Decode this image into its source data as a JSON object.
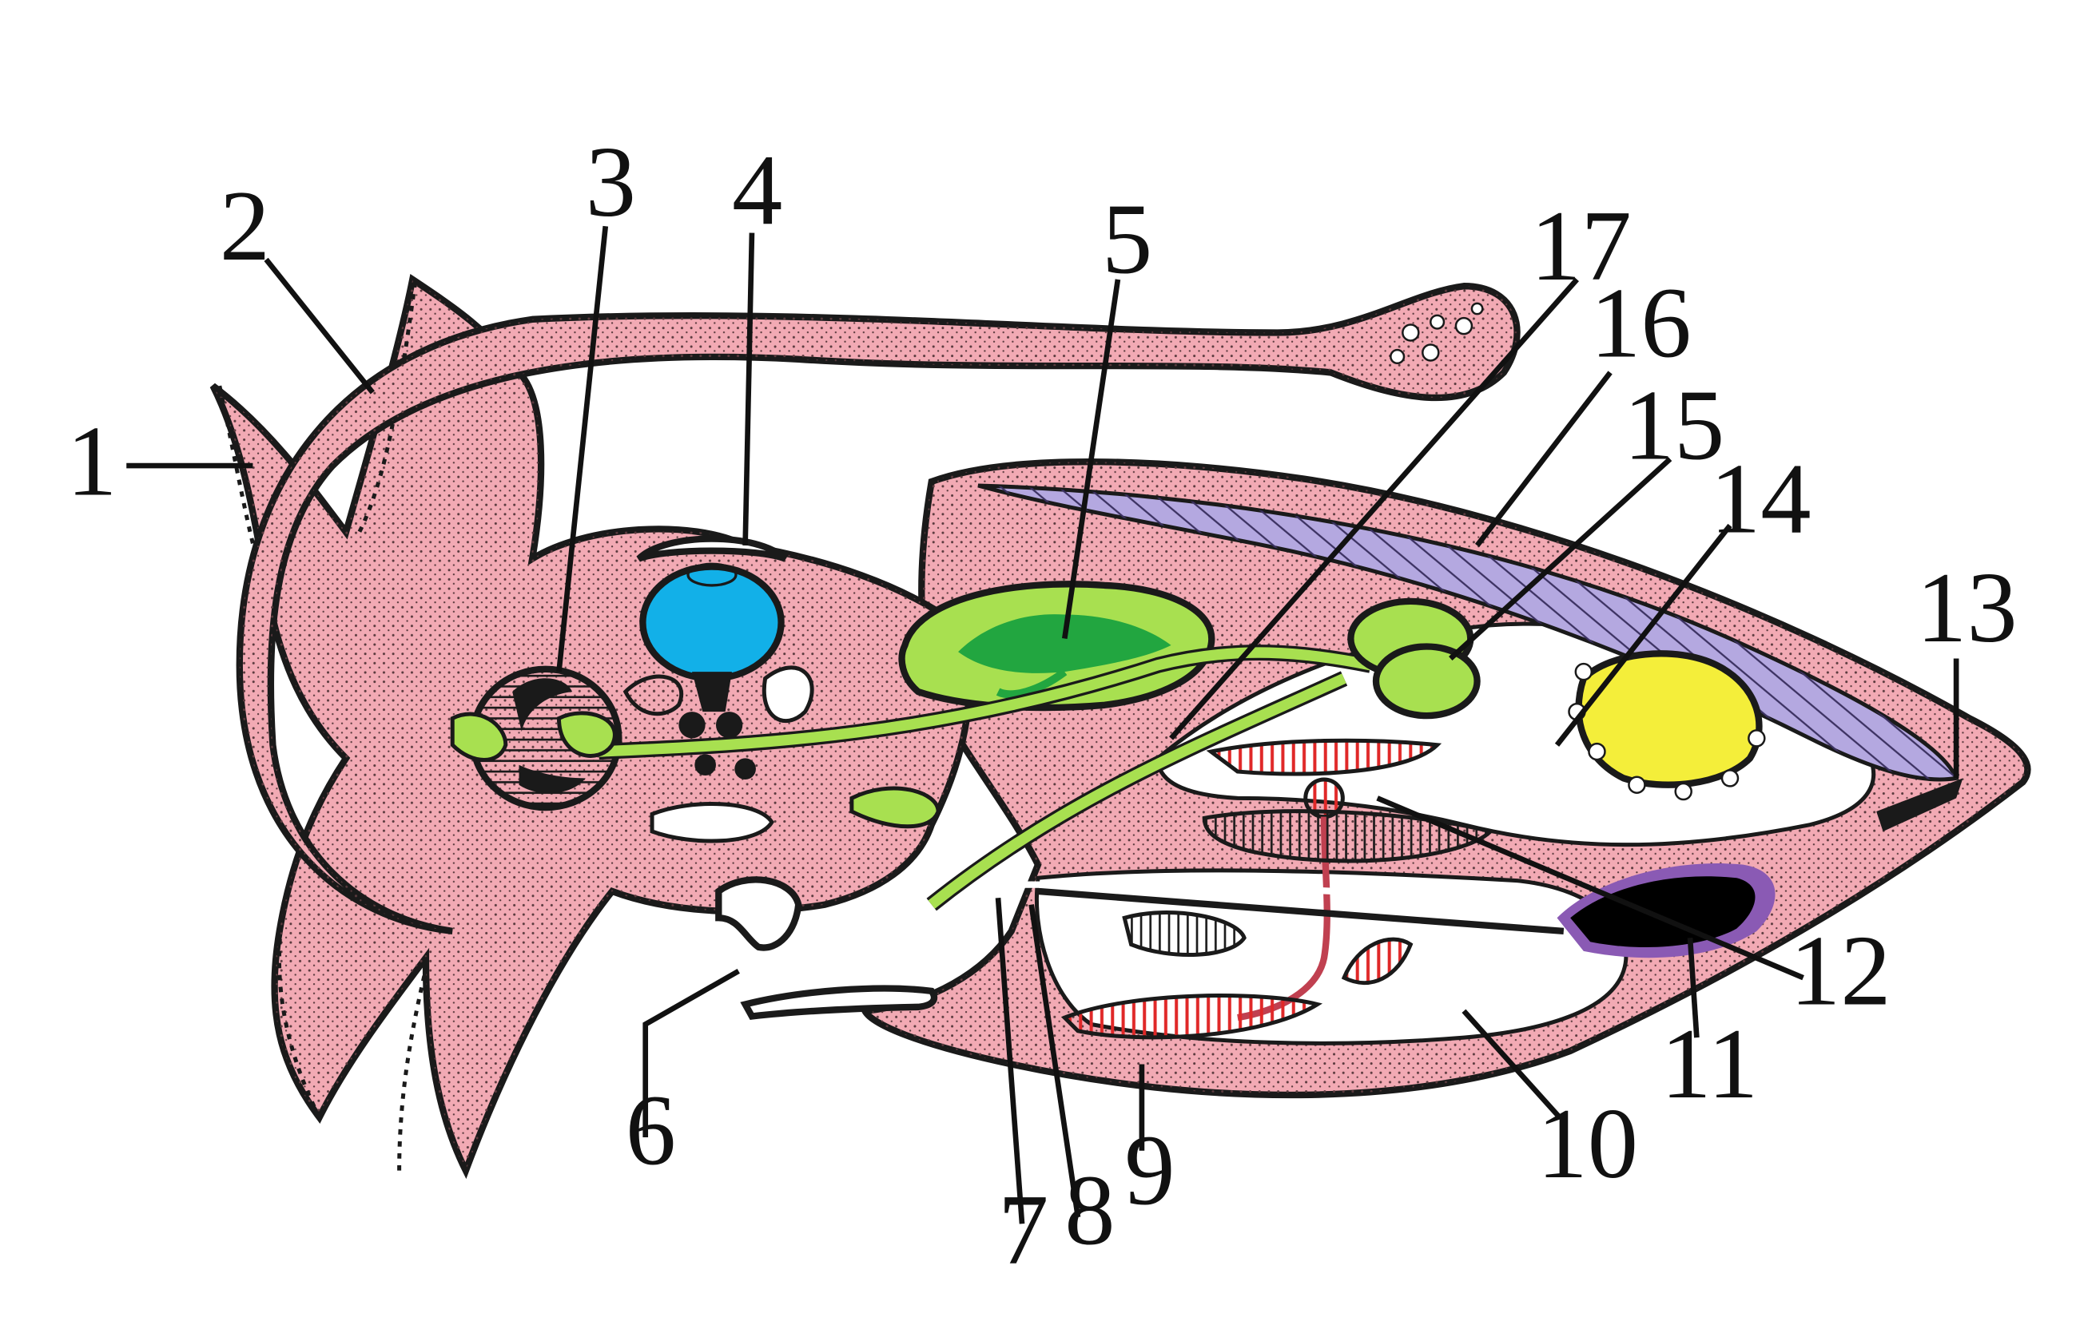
{
  "colors": {
    "background": "#ffffff",
    "body": "#f2aab4",
    "stipple": "#5a3a3e",
    "eye": "#12b0e8",
    "digestive_light": "#a8e050",
    "digestive_dark": "#22a640",
    "gland_yellow": "#f4ee3a",
    "shell": "#b4a8e0",
    "heart_red": "#e02828",
    "ink_sac": "#000000",
    "ink_sac_rim": "#8a5ab4",
    "outline": "#1a1a1a"
  },
  "parts": [
    {
      "id": "arm",
      "icon": "arm-shape"
    },
    {
      "id": "tentacle",
      "icon": "tentacle-shape"
    },
    {
      "id": "buccal-mass",
      "icon": "striped-disc"
    },
    {
      "id": "eye",
      "icon": "blue-ellipse"
    },
    {
      "id": "digestive-gland",
      "icon": "branched-gland"
    },
    {
      "id": "funnel",
      "icon": "funnel-shape"
    },
    {
      "id": "anus",
      "icon": "tube-opening"
    },
    {
      "id": "ink-duct",
      "icon": "tube-opening"
    },
    {
      "id": "gill",
      "icon": "striped-organ"
    },
    {
      "id": "mantle-cavity",
      "icon": "cavity"
    },
    {
      "id": "ink-sac",
      "icon": "black-sac"
    },
    {
      "id": "reproductive-duct",
      "icon": "duct"
    },
    {
      "id": "fin-tip",
      "icon": "shell-tip"
    },
    {
      "id": "gonad",
      "icon": "yellow-gland"
    },
    {
      "id": "stomach",
      "icon": "green-sac"
    },
    {
      "id": "caecum",
      "icon": "green-sac"
    },
    {
      "id": "intestine",
      "icon": "white-band"
    }
  ],
  "labels": [
    "1",
    "2",
    "3",
    "4",
    "5",
    "6",
    "7",
    "8",
    "9",
    "10",
    "11",
    "12",
    "13",
    "14",
    "15",
    "16",
    "17"
  ]
}
